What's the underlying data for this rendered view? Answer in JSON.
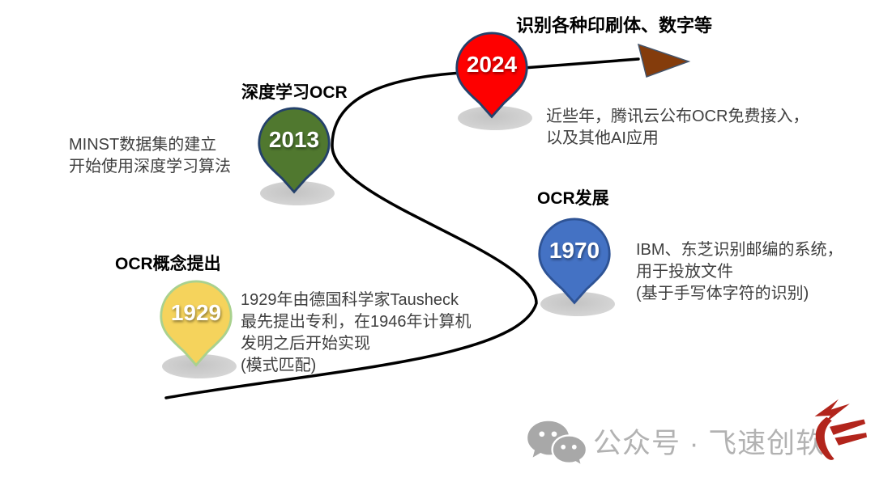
{
  "page": {
    "background": "#FFFFFF",
    "type": "timeline-infographic",
    "topic": "OCR"
  },
  "curve": {
    "color": "#000000",
    "stroke_width": 3.5
  },
  "arrow": {
    "direction": "right",
    "color": "#843C0C",
    "border": "#44546A"
  },
  "milestones": [
    {
      "year": "1929",
      "label": "OCR概念提出",
      "desc": [
        "1929年由德国科学家Tausheck",
        "最先提出专利，在1946年计算机",
        "发明之后开始实现",
        "(模式匹配)"
      ],
      "pin_color": "#F5D35C",
      "pin_border": "#A9D18E"
    },
    {
      "year": "1970",
      "label": "OCR发展",
      "desc": [
        "IBM、东芝识别邮编的系统，",
        "用于投放文件",
        "(基于手写体字符的识别)"
      ],
      "pin_color": "#4472C4",
      "pin_border": "#2E5395"
    },
    {
      "year": "2013",
      "label": "深度学习OCR",
      "desc": [
        "MINST数据集的建立",
        "开始使用深度学习算法"
      ],
      "pin_color": "#50782F",
      "pin_border": "#24416B"
    },
    {
      "year": "2024",
      "label": "识别各种印刷体、数字等",
      "desc": [
        "近些年，腾讯云公布OCR免费接入，",
        "以及其他AI应用"
      ],
      "pin_color": "#FE0000",
      "pin_border": "#24416B"
    }
  ],
  "watermark": {
    "text": "公众号 · 飞速创软",
    "text_color": "#B2B2B2",
    "wechat_icon": "wechat-bubbles",
    "wechat_icon_color": "#A8A8A8",
    "brand_logo": "lightning-swoosh",
    "brand_logo_color": "#B2251C"
  },
  "shadow_color": "#D2D2D2"
}
